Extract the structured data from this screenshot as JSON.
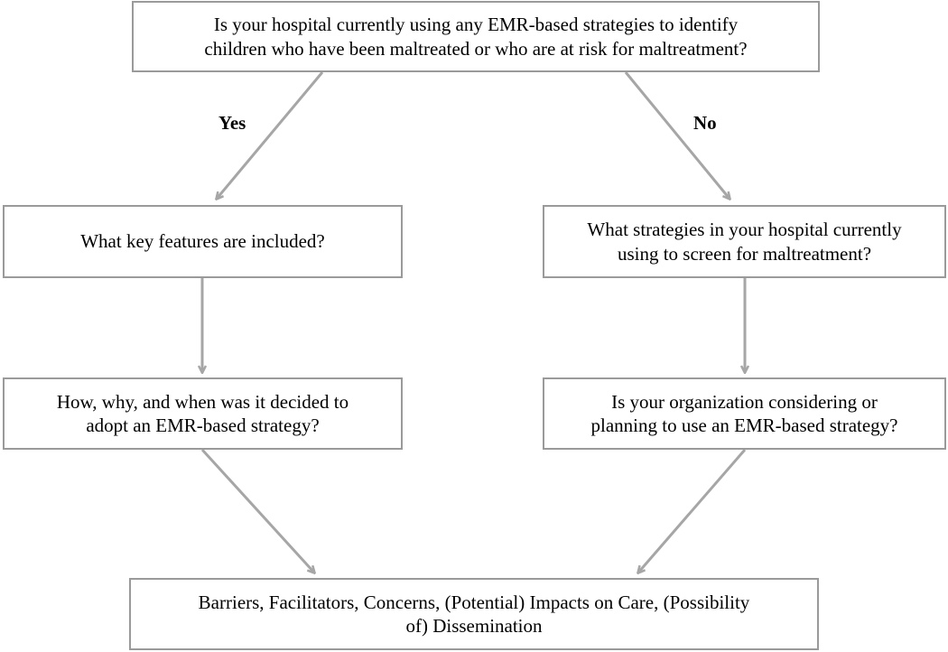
{
  "question_top": {
    "line1": "Is your hospital currently using any EMR-based strategies to identify",
    "line2": "children who have been maltreated or who are at risk for maltreatment?"
  },
  "branches": {
    "yes_label": "Yes",
    "no_label": "No"
  },
  "yes_path": {
    "step1": "What key features are included?",
    "step2_line1": "How, why, and when was it decided to",
    "step2_line2": "adopt an EMR-based strategy?"
  },
  "no_path": {
    "step1_line1": "What strategies in your hospital currently",
    "step1_line2": "using to screen for maltreatment?",
    "step2_line1": "Is your organization considering or",
    "step2_line2": "planning to use an EMR-based strategy?"
  },
  "outcome": {
    "line1": "Barriers, Facilitators, Concerns, (Potential) Impacts on Care, (Possibility",
    "line2": "of) Dissemination"
  },
  "colors": {
    "border": "#9a9a9a",
    "arrow": "#a6a6a6",
    "text": "#000000"
  }
}
